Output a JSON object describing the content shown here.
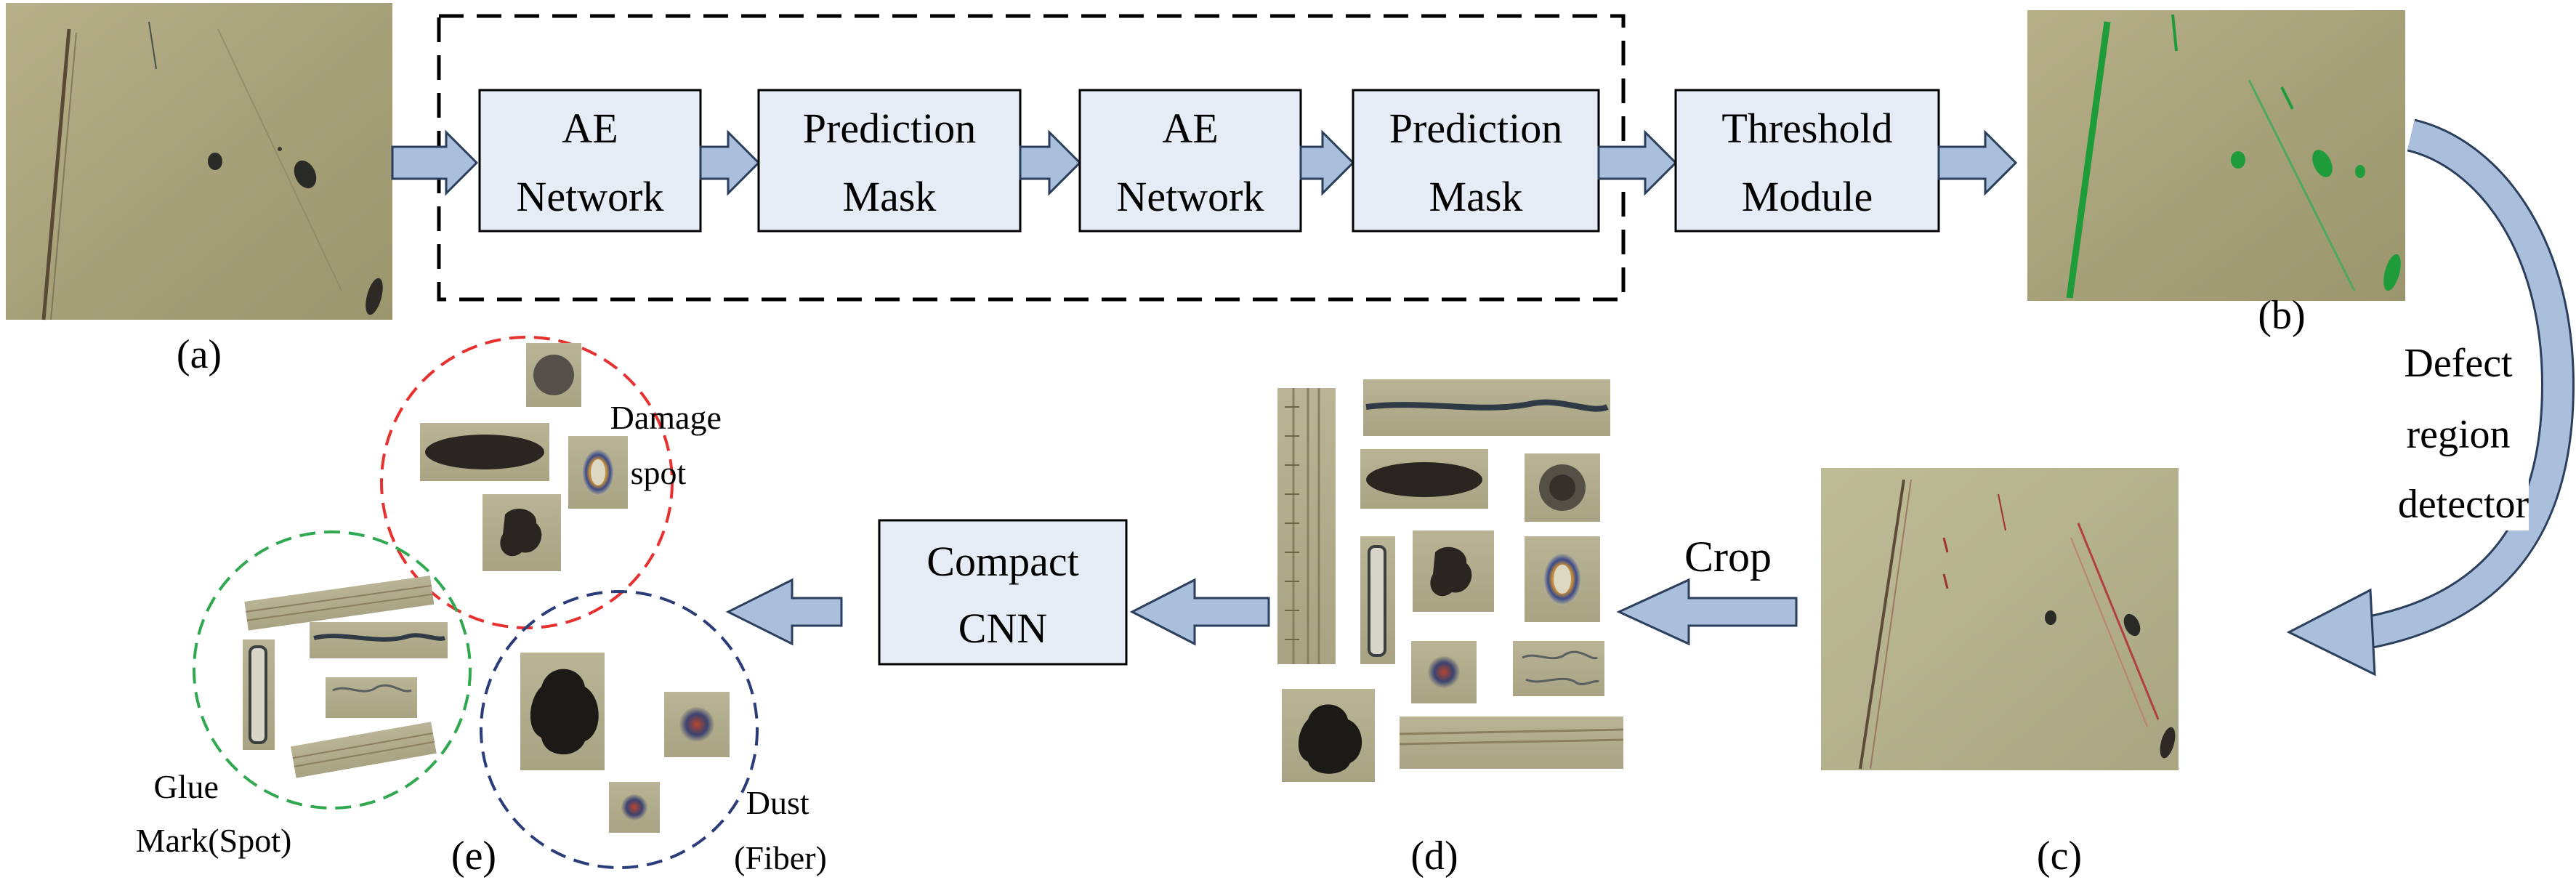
{
  "panels": {
    "a": "(a)",
    "b": "(b)",
    "c": "(c)",
    "d": "(d)",
    "e": "(e)"
  },
  "pipeline": {
    "box1": [
      "AE",
      "Network"
    ],
    "box2": [
      "Prediction",
      "Mask"
    ],
    "box3": [
      "AE",
      "Network"
    ],
    "box4": [
      "Prediction",
      "Mask"
    ],
    "threshold": [
      "Threshold",
      "Module"
    ]
  },
  "detector": [
    "Defect",
    "region",
    "detector"
  ],
  "crop": "Crop",
  "cnn": [
    "Compact",
    "CNN"
  ],
  "clusters": {
    "damage": [
      "Damage",
      "spot"
    ],
    "glue": [
      "Glue",
      "Mark(Spot)"
    ],
    "dust": [
      "Dust",
      "(Fiber)"
    ]
  },
  "colors": {
    "box_fill": "#e6ecf5",
    "arrow_fill": "#a9bfdc",
    "arrow_stroke": "#2b3f5c",
    "damage_circle": "#e8302f",
    "glue_circle": "#2fa84f",
    "dust_circle": "#2a3c7a",
    "photo_base": "#a8a27a",
    "defect_green": "#1f9c3a",
    "defect_red": "#a03030"
  }
}
